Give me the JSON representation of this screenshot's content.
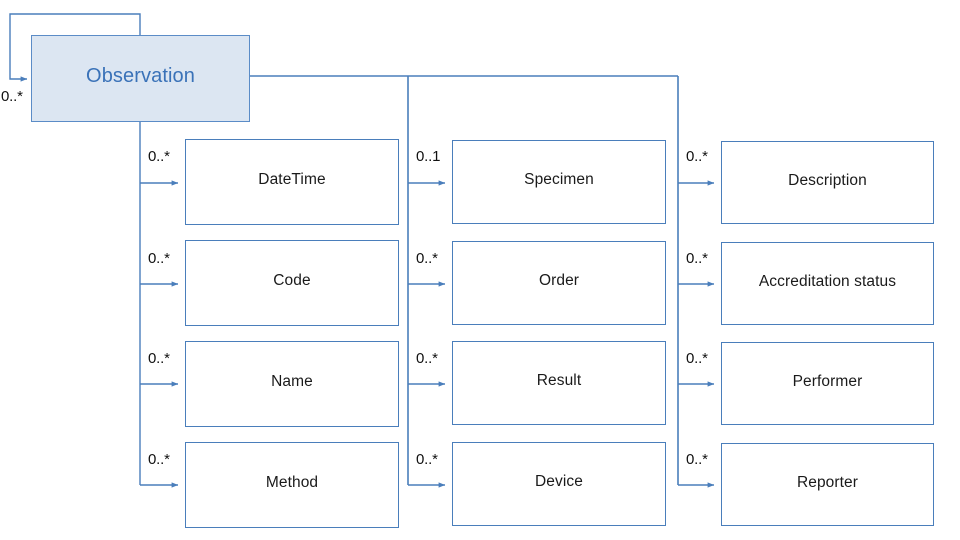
{
  "diagram": {
    "title": "Observation",
    "type": "uml-class-association-diagram",
    "colors": {
      "root_fill": "#dce6f2",
      "root_border": "#5b8cc7",
      "root_text": "#3a72b8",
      "node_border": "#4a7ebb",
      "node_fill": "#ffffff",
      "node_text": "#1a1a1a",
      "connector": "#4a7ebb",
      "multiplicity_text": "#111111",
      "background": "#ffffff"
    },
    "root": {
      "label": "Observation",
      "self_association_multiplicity": "0..*"
    },
    "columns": [
      {
        "name": "column-1",
        "nodes": [
          {
            "label": "DateTime",
            "multiplicity": "0..*"
          },
          {
            "label": "Code",
            "multiplicity": "0..*"
          },
          {
            "label": "Name",
            "multiplicity": "0..*"
          },
          {
            "label": "Method",
            "multiplicity": "0..*"
          }
        ]
      },
      {
        "name": "column-2",
        "nodes": [
          {
            "label": "Specimen",
            "multiplicity": "0..1"
          },
          {
            "label": "Order",
            "multiplicity": "0..*"
          },
          {
            "label": "Result",
            "multiplicity": "0..*"
          },
          {
            "label": "Device",
            "multiplicity": "0..*"
          }
        ]
      },
      {
        "name": "column-3",
        "nodes": [
          {
            "label": "Description",
            "multiplicity": "0..*"
          },
          {
            "label": "Accreditation status",
            "multiplicity": "0..*"
          },
          {
            "label": "Performer",
            "multiplicity": "0..*"
          },
          {
            "label": "Reporter",
            "multiplicity": "0..*"
          }
        ]
      }
    ]
  }
}
